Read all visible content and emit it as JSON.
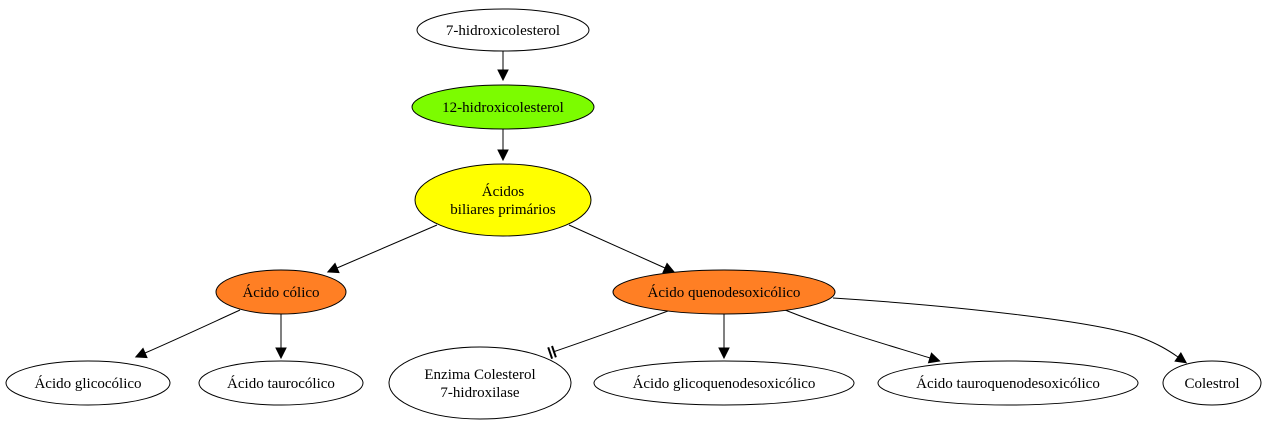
{
  "diagram": {
    "nodes": [
      {
        "id": "n7",
        "lines": [
          "7-hidroxicolesterol"
        ],
        "fill": "#ffffff"
      },
      {
        "id": "n12",
        "lines": [
          "12-hidroxicolesterol"
        ],
        "fill": "#7cfc00"
      },
      {
        "id": "acidos",
        "lines": [
          "Ácidos",
          "biliares primários"
        ],
        "fill": "#ffff00"
      },
      {
        "id": "colico",
        "lines": [
          "Ácido cólico"
        ],
        "fill": "#ff7f24"
      },
      {
        "id": "queno",
        "lines": [
          "Ácido quenodesoxicólico"
        ],
        "fill": "#ff7f24"
      },
      {
        "id": "glicocolico",
        "lines": [
          "Ácido glicocólico"
        ],
        "fill": "#ffffff"
      },
      {
        "id": "taurocolico",
        "lines": [
          "Ácido taurocólico"
        ],
        "fill": "#ffffff"
      },
      {
        "id": "enzima",
        "lines": [
          "Enzima Colesterol",
          "7-hidroxilase"
        ],
        "fill": "#ffffff"
      },
      {
        "id": "glicoqueno",
        "lines": [
          "Ácido glicoquenodesoxicólico"
        ],
        "fill": "#ffffff"
      },
      {
        "id": "tauroqueno",
        "lines": [
          "Ácido tauroquenodesoxicólico"
        ],
        "fill": "#ffffff"
      },
      {
        "id": "colestrol",
        "lines": [
          "Colestrol"
        ],
        "fill": "#ffffff"
      }
    ],
    "edges": [
      {
        "from": "n7",
        "to": "n12",
        "head": "arrow"
      },
      {
        "from": "n12",
        "to": "acidos",
        "head": "arrow"
      },
      {
        "from": "acidos",
        "to": "colico",
        "head": "arrow"
      },
      {
        "from": "acidos",
        "to": "queno",
        "head": "arrow"
      },
      {
        "from": "colico",
        "to": "glicocolico",
        "head": "arrow"
      },
      {
        "from": "colico",
        "to": "taurocolico",
        "head": "arrow"
      },
      {
        "from": "queno",
        "to": "enzima",
        "head": "tee"
      },
      {
        "from": "queno",
        "to": "glicoqueno",
        "head": "arrow"
      },
      {
        "from": "queno",
        "to": "tauroqueno",
        "head": "arrow"
      },
      {
        "from": "queno",
        "to": "colestrol",
        "head": "arrow"
      }
    ]
  }
}
